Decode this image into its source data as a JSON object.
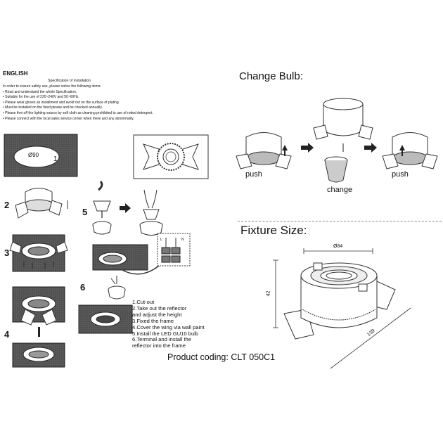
{
  "language_heading": "ENGLISH",
  "spec_title": "Specification of installation",
  "spec_lines": [
    "In order to ensure safety use, please notice the following items:",
    "• Read and understand the whole Specification.",
    "• Suitable for the use of 220~240V and 50~60Hz.",
    "• Please wear gloves as installment and avoid not on the surface of plating.",
    "• Must be installed on the fixed please and be checked annually.",
    "• Please thm off the lighting source by soft cloth as cleaning prohibited to use of rotted detergent.",
    "• Please connect with the local sales service center when there and any abnormality."
  ],
  "cutout": {
    "diameter": "Ø90",
    "step": "1"
  },
  "step_numbers": {
    "s2": "2",
    "s3": "3",
    "s4": "4",
    "s5": "5",
    "s6": "6"
  },
  "steps_list": [
    "1.Cut-out",
    "2.Take out the reflector",
    "   and adjust the height",
    "3.Fixed the frame",
    "4.Cover the wing via wall paint",
    "5.Install the LED GU10 bulb",
    "6.Terminal and install the",
    "   reflector into the frame"
  ],
  "change_bulb": {
    "heading": "Change Bulb:",
    "push_left": "push",
    "change": "change",
    "push_right": "push"
  },
  "fixture_size": {
    "heading": "Fixture Size:",
    "diameter": "Ø84",
    "height": "42",
    "width": "139"
  },
  "product_coding": "Product coding: CLT 050C1",
  "terminal_labels": [
    "L",
    "N"
  ]
}
